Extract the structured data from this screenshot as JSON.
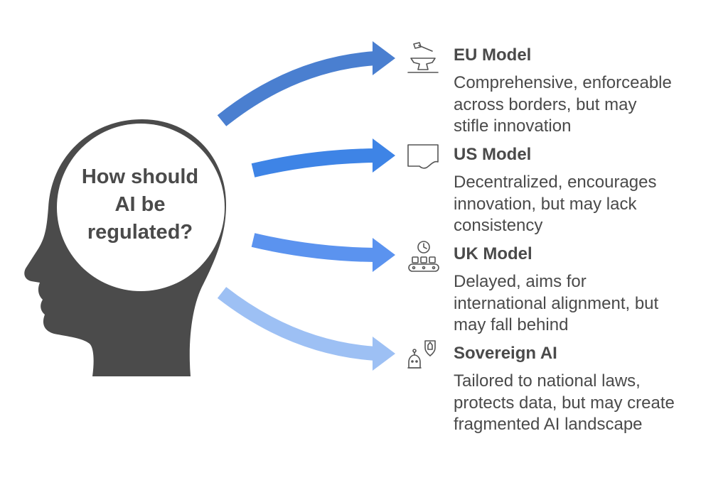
{
  "question_lines": [
    "How should",
    "AI be",
    "regulated?"
  ],
  "colors": {
    "head": "#4b4b4b",
    "text": "#4a4a4a",
    "arrow_1": "#4a7fd0",
    "arrow_2": "#3e84e6",
    "arrow_3": "#5b93ef",
    "arrow_4": "#9dc0f4"
  },
  "options": [
    {
      "title": "EU Model",
      "icon": "anvil-hammer-icon",
      "description_lines": [
        "Comprehensive, enforceable",
        "across borders, but may",
        "stifle innovation"
      ]
    },
    {
      "title": "US Model",
      "icon": "document-icon",
      "description_lines": [
        "Decentralized, encourages",
        "innovation, but may lack",
        "consistency"
      ]
    },
    {
      "title": "UK Model",
      "icon": "clock-conveyor-icon",
      "description_lines": [
        "Delayed, aims for",
        "international alignment, but",
        "may fall behind"
      ]
    },
    {
      "title": "Sovereign AI",
      "icon": "robot-shield-icon",
      "description_lines": [
        "Tailored to national laws,",
        "protects data, but may create",
        "fragmented AI landscape"
      ]
    }
  ]
}
